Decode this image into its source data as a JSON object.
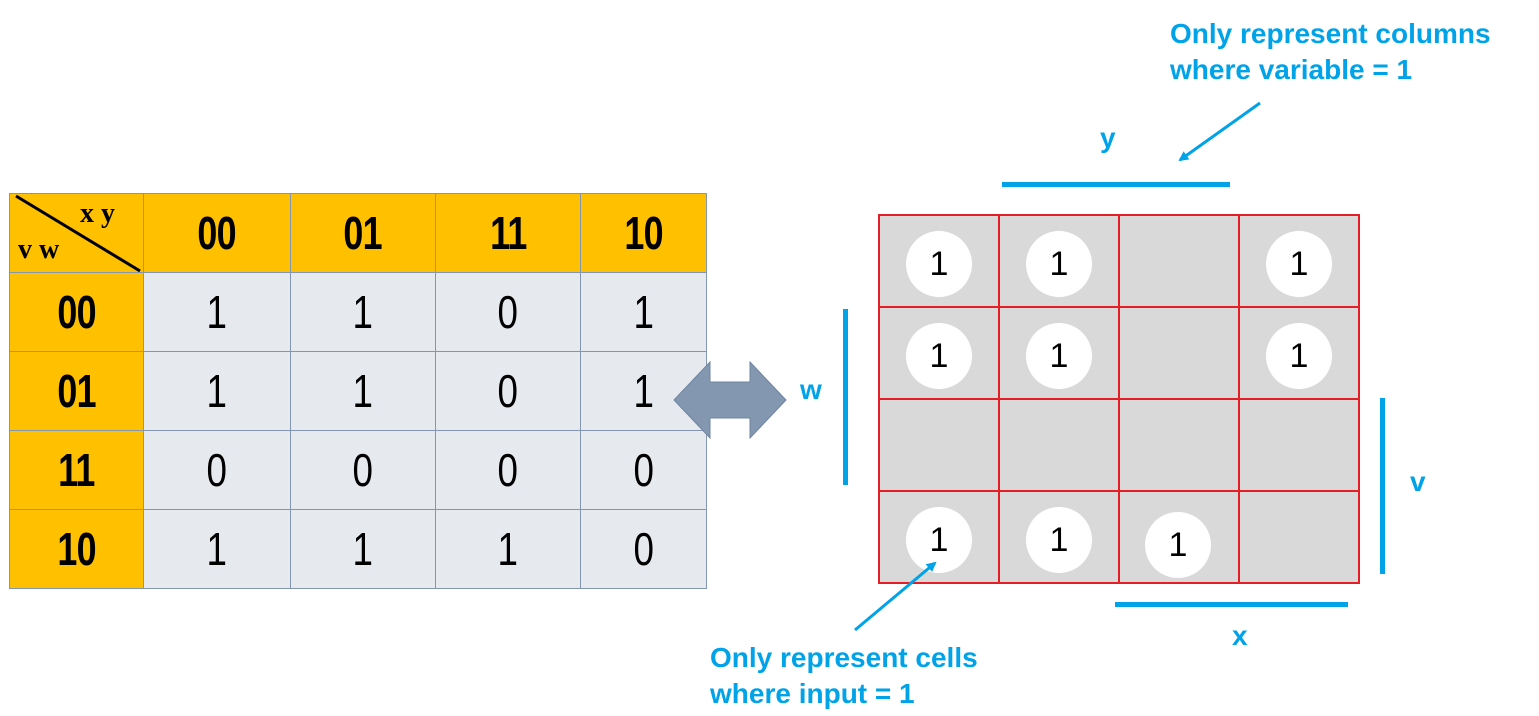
{
  "truth_table": {
    "corner_top": "x y",
    "corner_bottom": "v w",
    "column_headers": [
      "00",
      "01",
      "11",
      "10"
    ],
    "rows": [
      {
        "label": "00",
        "values": [
          "1",
          "1",
          "0",
          "1"
        ]
      },
      {
        "label": "01",
        "values": [
          "1",
          "1",
          "0",
          "1"
        ]
      },
      {
        "label": "11",
        "values": [
          "0",
          "0",
          "0",
          "0"
        ]
      },
      {
        "label": "10",
        "values": [
          "1",
          "1",
          "1",
          "0"
        ]
      }
    ]
  },
  "kmap": {
    "cells": [
      [
        "1",
        "1",
        "",
        "1"
      ],
      [
        "1",
        "1",
        "",
        "1"
      ],
      [
        "",
        "",
        "",
        ""
      ],
      [
        "1",
        "1",
        "1",
        ""
      ]
    ],
    "labels": {
      "y": "y",
      "w": "w",
      "v": "v",
      "x": "x"
    }
  },
  "annotations": {
    "columns_line1": "Only represent columns",
    "columns_line2": "where variable = 1",
    "cells_line1": "Only represent cells",
    "cells_line2": "where input = 1"
  },
  "colors": {
    "header": "#ffc000",
    "table_cell": "#e6eaef",
    "kmap_grid": "#e31e24",
    "kmap_cell": "#d9d9d9",
    "accent": "#00a2e8",
    "double_arrow": "#8497b0"
  },
  "icons": {
    "equivalence": "double-headed-arrow-icon"
  }
}
